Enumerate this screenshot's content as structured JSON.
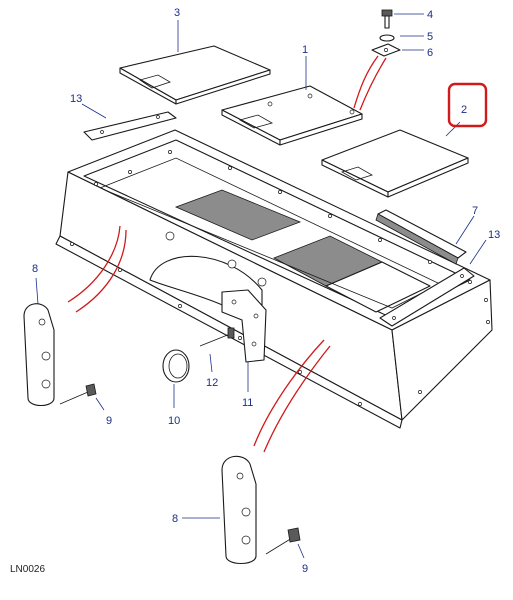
{
  "diagram": {
    "reference_code": "LN0026",
    "highlight_color": "#d11a1a",
    "callout_color": "#1a2f8a",
    "highlighted_callout": "2",
    "callouts": [
      {
        "id": "c1",
        "label": "1"
      },
      {
        "id": "c2",
        "label": "2"
      },
      {
        "id": "c3",
        "label": "3"
      },
      {
        "id": "c4",
        "label": "4"
      },
      {
        "id": "c5",
        "label": "5"
      },
      {
        "id": "c6",
        "label": "6"
      },
      {
        "id": "c7",
        "label": "7"
      },
      {
        "id": "c8a",
        "label": "8"
      },
      {
        "id": "c8b",
        "label": "8"
      },
      {
        "id": "c9a",
        "label": "9"
      },
      {
        "id": "c9b",
        "label": "9"
      },
      {
        "id": "c10",
        "label": "10"
      },
      {
        "id": "c11",
        "label": "11"
      },
      {
        "id": "c12",
        "label": "12"
      },
      {
        "id": "c13a",
        "label": "13"
      },
      {
        "id": "c13b",
        "label": "13"
      }
    ]
  }
}
